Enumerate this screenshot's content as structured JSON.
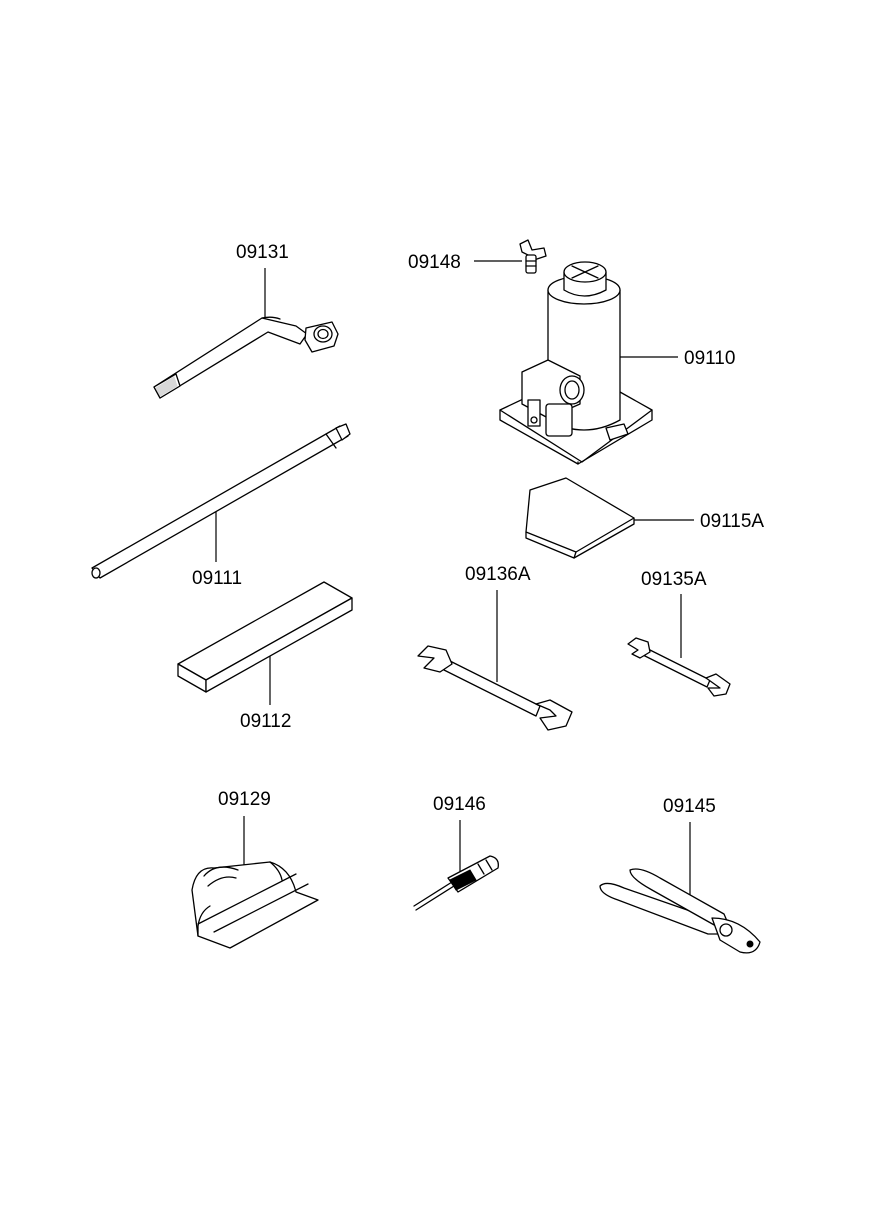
{
  "parts": [
    {
      "id": "p09131",
      "label": "09131",
      "tool": "wheel-wrench"
    },
    {
      "id": "p09148",
      "label": "09148",
      "tool": "wing-bolt"
    },
    {
      "id": "p09110",
      "label": "09110",
      "tool": "bottle-jack"
    },
    {
      "id": "p09111",
      "label": "09111",
      "tool": "jack-handle-bar"
    },
    {
      "id": "p09115A",
      "label": "09115A",
      "tool": "jack-pad"
    },
    {
      "id": "p09136A",
      "label": "09136A",
      "tool": "open-end-wrench-large"
    },
    {
      "id": "p09135A",
      "label": "09135A",
      "tool": "open-end-wrench-small"
    },
    {
      "id": "p09112",
      "label": "09112",
      "tool": "wood-block"
    },
    {
      "id": "p09129",
      "label": "09129",
      "tool": "tool-bag"
    },
    {
      "id": "p09146",
      "label": "09146",
      "tool": "screwdriver"
    },
    {
      "id": "p09145",
      "label": "09145",
      "tool": "pliers"
    }
  ]
}
